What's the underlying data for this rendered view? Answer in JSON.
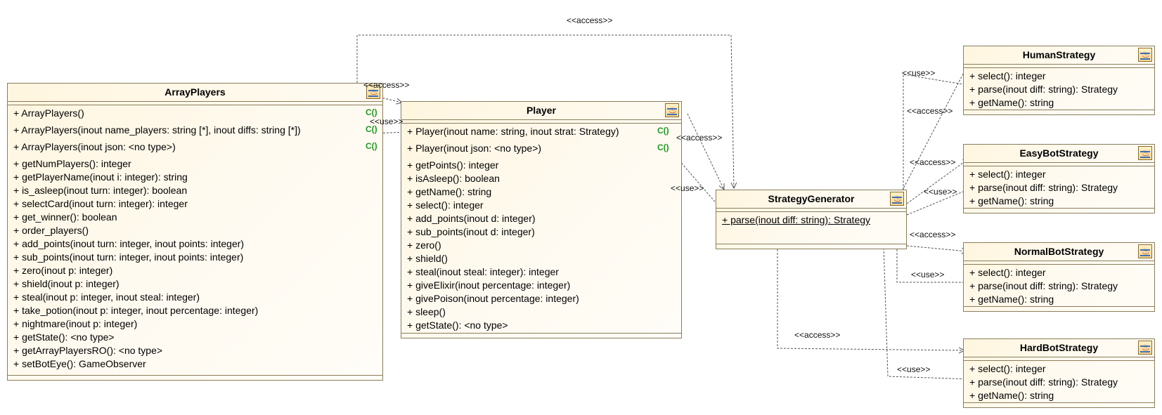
{
  "classes": {
    "arrayplayers": {
      "name": "ArrayPlayers",
      "icon": "java-class-icon",
      "operations": [
        {
          "text": "+ ArrayPlayers()",
          "ctor": "C()"
        },
        {
          "text": "+ ArrayPlayers(inout name_players: string [*], inout diffs: string [*])",
          "ctor": "C()"
        },
        {
          "text": "+ ArrayPlayers(inout json: <no type>)",
          "ctor": "C()"
        },
        {
          "text": "+ getNumPlayers(): integer"
        },
        {
          "text": "+ getPlayerName(inout i: integer): string"
        },
        {
          "text": "+ is_asleep(inout turn: integer): boolean"
        },
        {
          "text": "+ selectCard(inout turn: integer): integer"
        },
        {
          "text": "+ get_winner(): boolean"
        },
        {
          "text": "+ order_players()"
        },
        {
          "text": "+ add_points(inout turn: integer, inout points: integer)"
        },
        {
          "text": "+ sub_points(inout turn: integer, inout points: integer)"
        },
        {
          "text": "+ zero(inout p: integer)"
        },
        {
          "text": "+ shield(inout p: integer)"
        },
        {
          "text": "+ steal(inout p: integer, inout steal: integer)"
        },
        {
          "text": "+ take_potion(inout p: integer, inout percentage: integer)"
        },
        {
          "text": "+ nightmare(inout p: integer)"
        },
        {
          "text": "+ getState(): <no type>"
        },
        {
          "text": "+ getArrayPlayersRO(): <no type>"
        },
        {
          "text": "+ setBotEye(): GameObserver"
        }
      ]
    },
    "player": {
      "name": "Player",
      "icon": "java-class-icon",
      "operations": [
        {
          "text": "+ Player(inout name: string, inout strat: Strategy)",
          "ctor": "C()"
        },
        {
          "text": "+ Player(inout json: <no type>)",
          "ctor": "C()"
        },
        {
          "text": "+ getPoints(): integer"
        },
        {
          "text": "+ isAsleep(): boolean"
        },
        {
          "text": "+ getName(): string"
        },
        {
          "text": "+ select(): integer"
        },
        {
          "text": "+ add_points(inout d: integer)"
        },
        {
          "text": "+ sub_points(inout d: integer)"
        },
        {
          "text": "+ zero()"
        },
        {
          "text": "+ shield()"
        },
        {
          "text": "+ steal(inout steal: integer): integer"
        },
        {
          "text": "+ giveElixir(inout percentage: integer)"
        },
        {
          "text": "+ givePoison(inout percentage: integer)"
        },
        {
          "text": "+ sleep()"
        },
        {
          "text": "+ getState(): <no type>"
        }
      ]
    },
    "strategygenerator": {
      "name": "StrategyGenerator",
      "icon": "java-class-icon",
      "operations": [
        {
          "text": "+ parse(inout diff: string): Strategy",
          "static": true
        }
      ]
    },
    "humanstrategy": {
      "name": "HumanStrategy",
      "icon": "java-class-icon",
      "operations": [
        {
          "text": "+ select(): integer"
        },
        {
          "text": "+ parse(inout diff: string): Strategy"
        },
        {
          "text": "+ getName(): string"
        }
      ]
    },
    "easybotstrategy": {
      "name": "EasyBotStrategy",
      "icon": "java-class-icon",
      "operations": [
        {
          "text": "+ select(): integer"
        },
        {
          "text": "+ parse(inout diff: string): Strategy"
        },
        {
          "text": "+ getName(): string"
        }
      ]
    },
    "normalbotstrategy": {
      "name": "NormalBotStrategy",
      "icon": "java-class-icon",
      "operations": [
        {
          "text": "+ select(): integer"
        },
        {
          "text": "+ parse(inout diff: string): Strategy"
        },
        {
          "text": "+ getName(): string"
        }
      ]
    },
    "hardbotstrategy": {
      "name": "HardBotStrategy",
      "icon": "java-class-icon",
      "operations": [
        {
          "text": "+ select(): integer"
        },
        {
          "text": "+ parse(inout diff: string): Strategy"
        },
        {
          "text": "+ getName(): string"
        }
      ]
    }
  },
  "relations": [
    {
      "id": "access-arrayplayers-generator",
      "from": "ArrayPlayers",
      "to": "StrategyGenerator",
      "label": "<<access>>"
    },
    {
      "id": "access-arrayplayers-player",
      "from": "ArrayPlayers",
      "to": "Player",
      "label": "<<access>>"
    },
    {
      "id": "use-arrayplayers-player",
      "from": "ArrayPlayers",
      "to": "Player",
      "label": "<<use>>"
    },
    {
      "id": "access-player-generator",
      "from": "Player",
      "to": "StrategyGenerator",
      "label": "<<access>>"
    },
    {
      "id": "use-player-generator",
      "from": "Player",
      "to": "StrategyGenerator",
      "label": "<<use>>"
    },
    {
      "id": "use-generator-human",
      "from": "StrategyGenerator",
      "to": "HumanStrategy",
      "label": "<<use>>"
    },
    {
      "id": "access-generator-human",
      "from": "StrategyGenerator",
      "to": "HumanStrategy",
      "label": "<<access>>"
    },
    {
      "id": "access-generator-easy",
      "from": "StrategyGenerator",
      "to": "EasyBotStrategy",
      "label": "<<access>>"
    },
    {
      "id": "use-generator-easy",
      "from": "StrategyGenerator",
      "to": "EasyBotStrategy",
      "label": "<<use>>"
    },
    {
      "id": "access-generator-normal",
      "from": "StrategyGenerator",
      "to": "NormalBotStrategy",
      "label": "<<access>>"
    },
    {
      "id": "use-generator-normal",
      "from": "StrategyGenerator",
      "to": "NormalBotStrategy",
      "label": "<<use>>"
    },
    {
      "id": "access-generator-hard",
      "from": "StrategyGenerator",
      "to": "HardBotStrategy",
      "label": "<<access>>"
    },
    {
      "id": "use-generator-hard",
      "from": "StrategyGenerator",
      "to": "HardBotStrategy",
      "label": "<<use>>"
    }
  ],
  "colors": {
    "line": "#555555",
    "border": "#8b7d5b",
    "fill": "#fff6df",
    "constructor_marker": "#1f9a1f"
  }
}
